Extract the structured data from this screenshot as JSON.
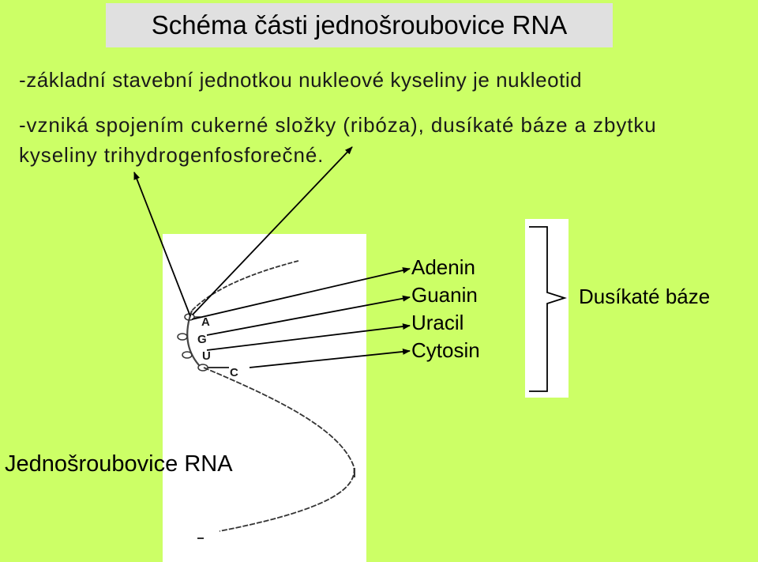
{
  "title": "Schéma části jednošroubovice RNA",
  "description": {
    "line1": "-základní stavební jednotkou nukleové kyseliny je nukleotid",
    "line2": "-vzniká spojením cukerné složky (ribóza), dusíkaté báze a zbytku",
    "line3": "kyseliny trihydrogenfosforečné."
  },
  "bases": [
    "Adenin",
    "Guanin",
    "Uracil",
    "Cytosin"
  ],
  "bases_group_label": "Dusíkaté báze",
  "strand_label": "Jednošroubovice RNA",
  "strand_letters": [
    "A",
    "G",
    "U",
    "C"
  ],
  "colors": {
    "background": "#ccff66",
    "title_box": "#e0e0e0",
    "panel": "#ffffff"
  }
}
